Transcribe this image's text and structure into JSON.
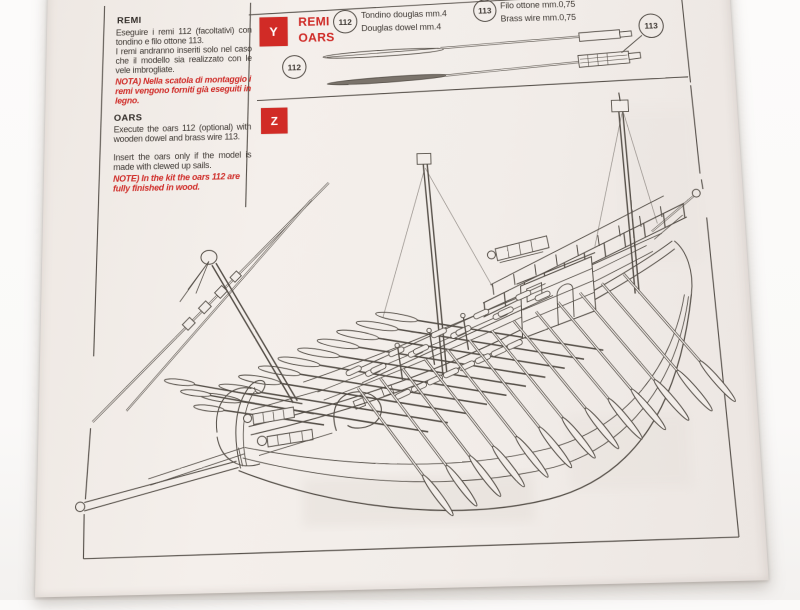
{
  "colors": {
    "accent_red": "#d12b26",
    "ink": "#4e4842",
    "paper": "#f1ece8"
  },
  "instructions": {
    "it": {
      "heading": "REMI",
      "para1": "Eseguire i remi 112 (facoltativi) con tondino e filo ottone 113.",
      "para2": "I remi andranno inseriti solo nel caso che il modello sia realizzato con le vele imbrogliate.",
      "note": "NOTA) Nella scatola di montaggio i remi vengono forniti già eseguiti in legno."
    },
    "en": {
      "heading": "OARS",
      "para1": "Execute the oars 112 (optional) with wooden dowel and brass wire 113.",
      "para2": "Insert the oars only if the model is made with clewed up sails.",
      "note": "NOTE) In the kit the oars 112 are fully finished in wood."
    }
  },
  "section_y": {
    "badge": "Y",
    "title_it": "REMI",
    "title_en": "OARS"
  },
  "section_z": {
    "badge": "Z"
  },
  "parts": {
    "p112": {
      "number": "112",
      "name_it": "Tondino douglas mm.4",
      "name_en": "Douglas dowel mm.4"
    },
    "p113": {
      "number": "113",
      "name_it": "Filo ottone mm.0,75",
      "name_en": "Brass wire mm.0,75"
    }
  }
}
